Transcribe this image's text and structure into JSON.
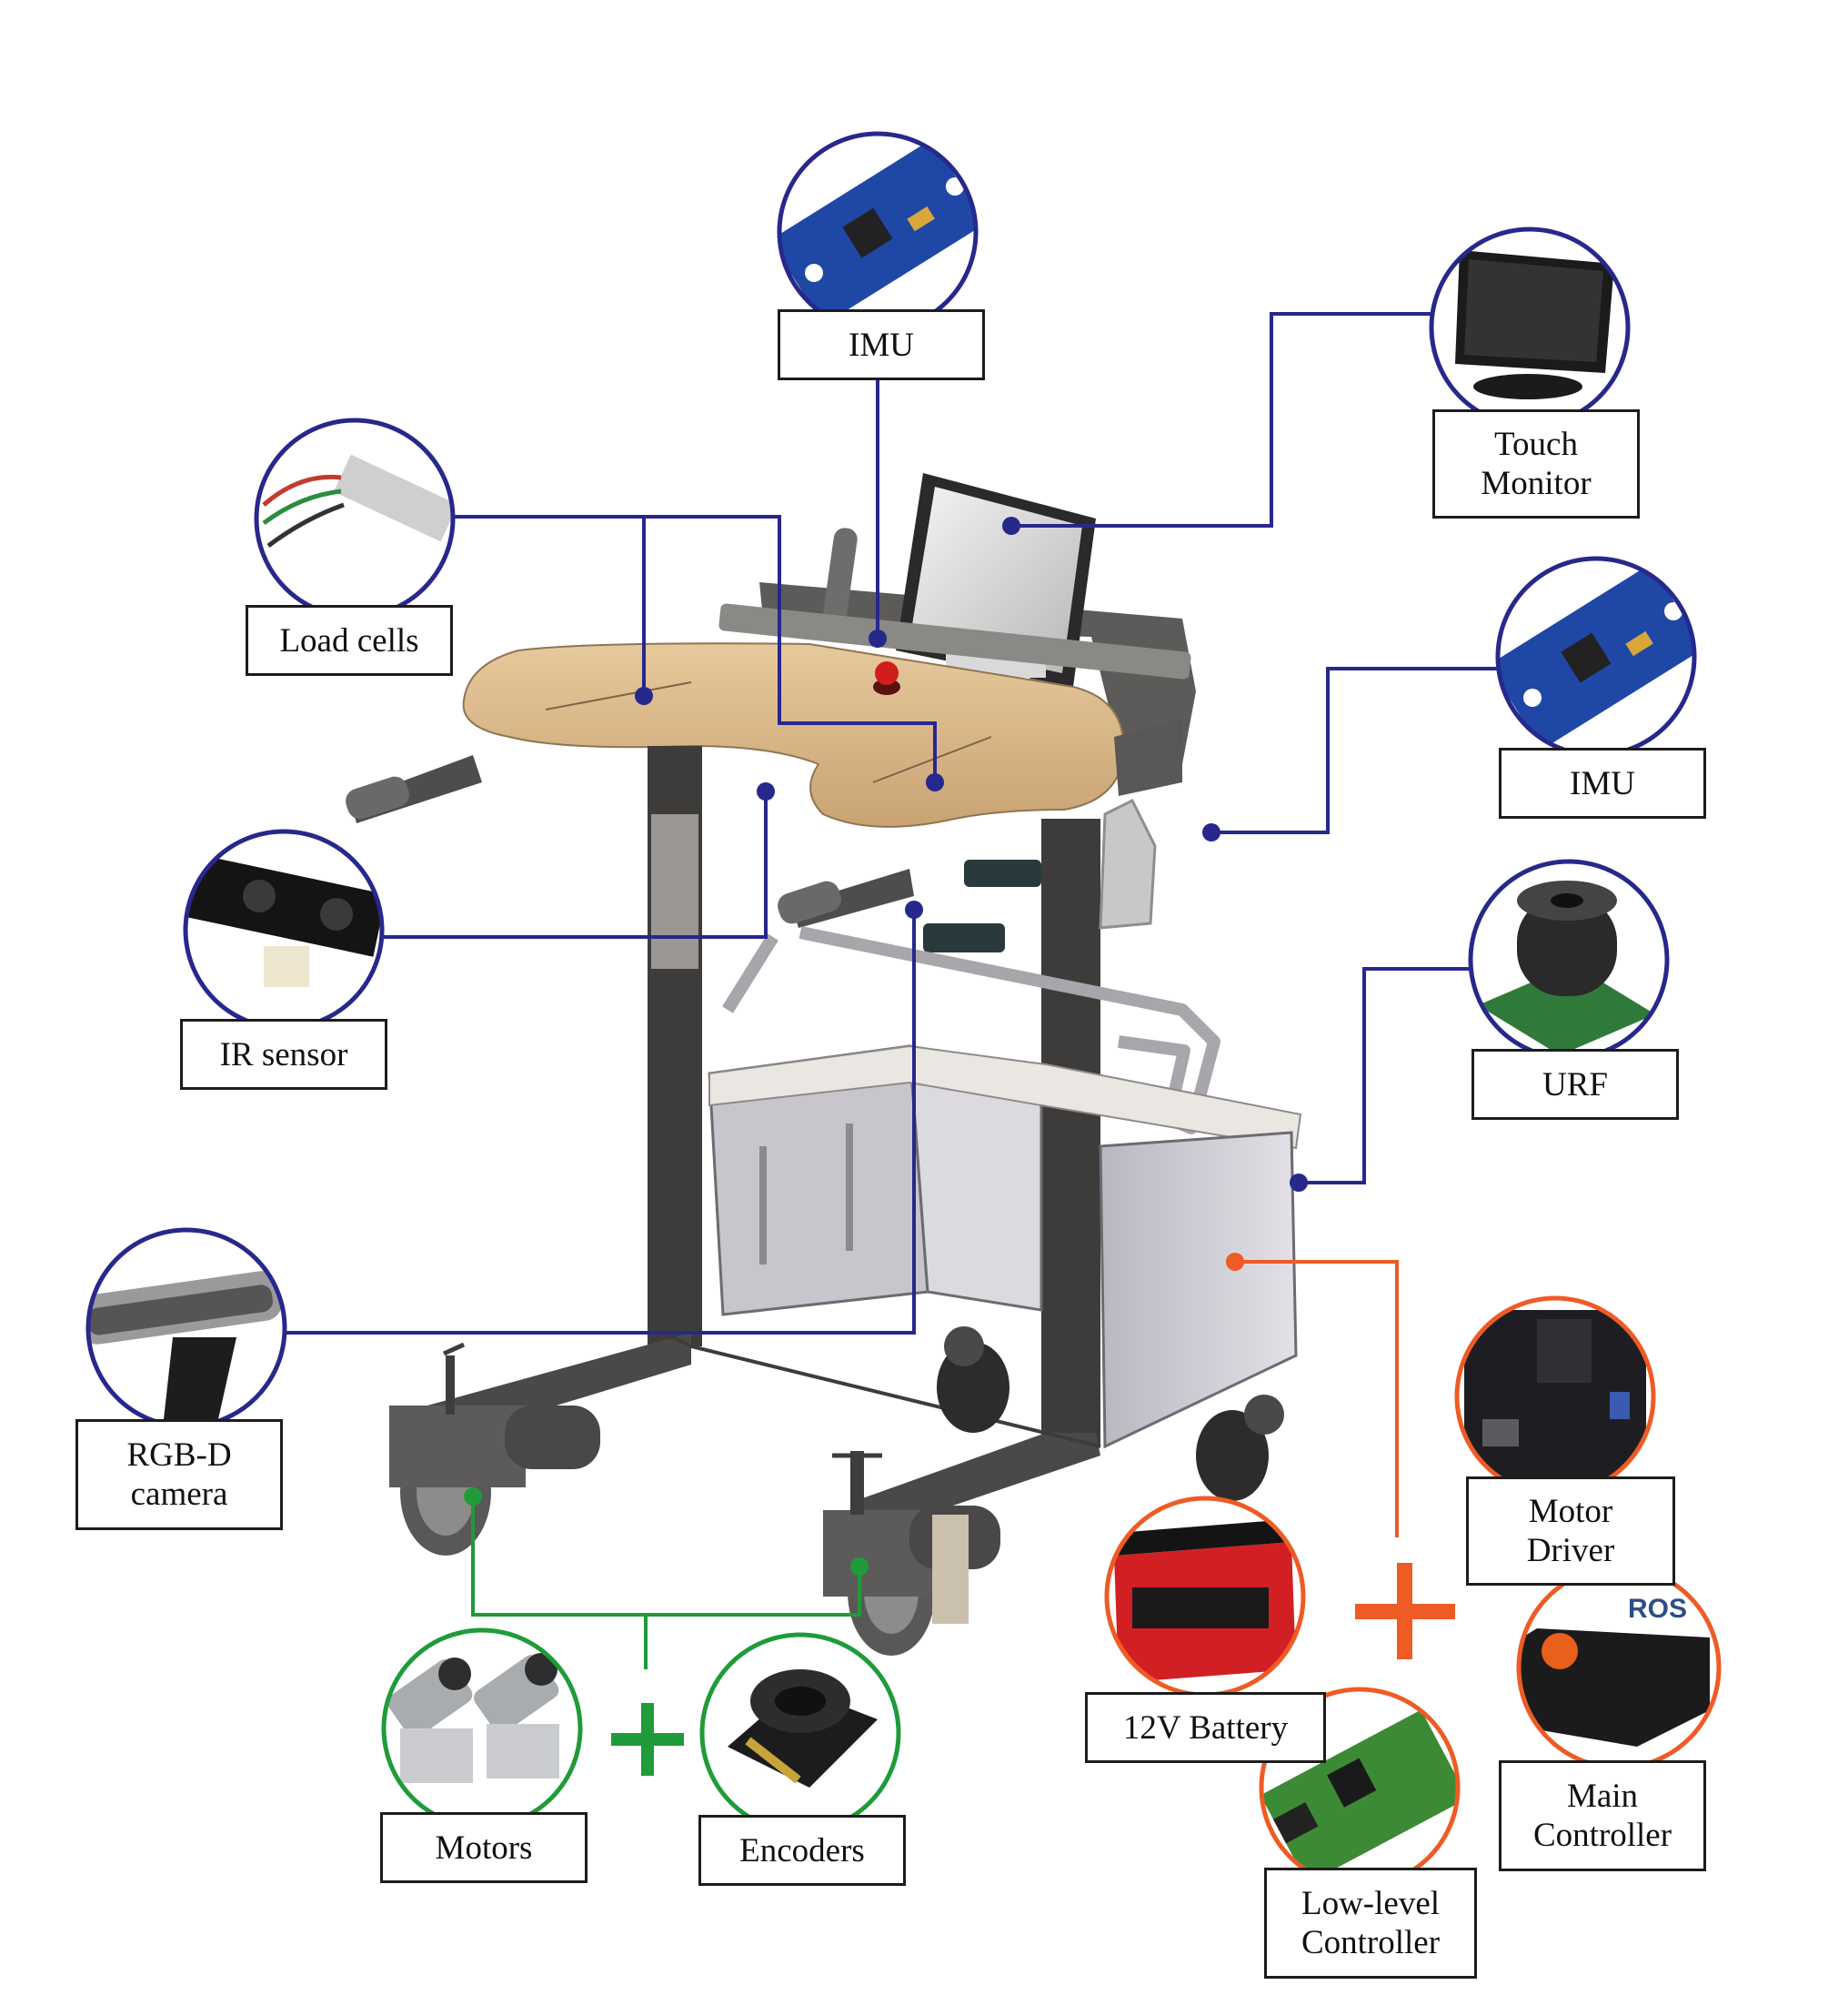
{
  "colors": {
    "sensor_line": "#27288c",
    "motion_line": "#1f9b3a",
    "power_line": "#ee5b25",
    "label_border": "#1c1c1c"
  },
  "labels": {
    "imu_top": [
      "IMU"
    ],
    "touch_monitor": [
      "Touch",
      "Monitor"
    ],
    "load_cells": [
      "Load cells"
    ],
    "imu_right": [
      "IMU"
    ],
    "ir_sensor": [
      "IR sensor"
    ],
    "urf": [
      "URF"
    ],
    "rgbd_camera": [
      "RGB-D",
      "camera"
    ],
    "motor_driver": [
      "Motor",
      "Driver"
    ],
    "battery": [
      "12V Battery"
    ],
    "main_controller": [
      "Main",
      "Controller"
    ],
    "low_level_controller": [
      "Low-level",
      "Controller"
    ],
    "motors": [
      "Motors"
    ],
    "encoders": [
      "Encoders"
    ]
  },
  "icons": {
    "imu_top": "imu-board-icon",
    "touch_monitor": "touch-monitor-icon",
    "load_cells": "load-cell-icon",
    "imu_right": "imu-board-icon",
    "ir_sensor": "ir-sensor-icon",
    "urf": "ultrasonic-sensor-icon",
    "rgbd_camera": "rgbd-camera-icon",
    "motor_driver": "motor-driver-board-icon",
    "battery": "battery-icon",
    "main_controller": "ros-computer-icon",
    "low_level_controller": "controller-board-icon",
    "motors": "motors-icon",
    "encoders": "encoder-icon"
  },
  "ros_logo_text": "ROS"
}
